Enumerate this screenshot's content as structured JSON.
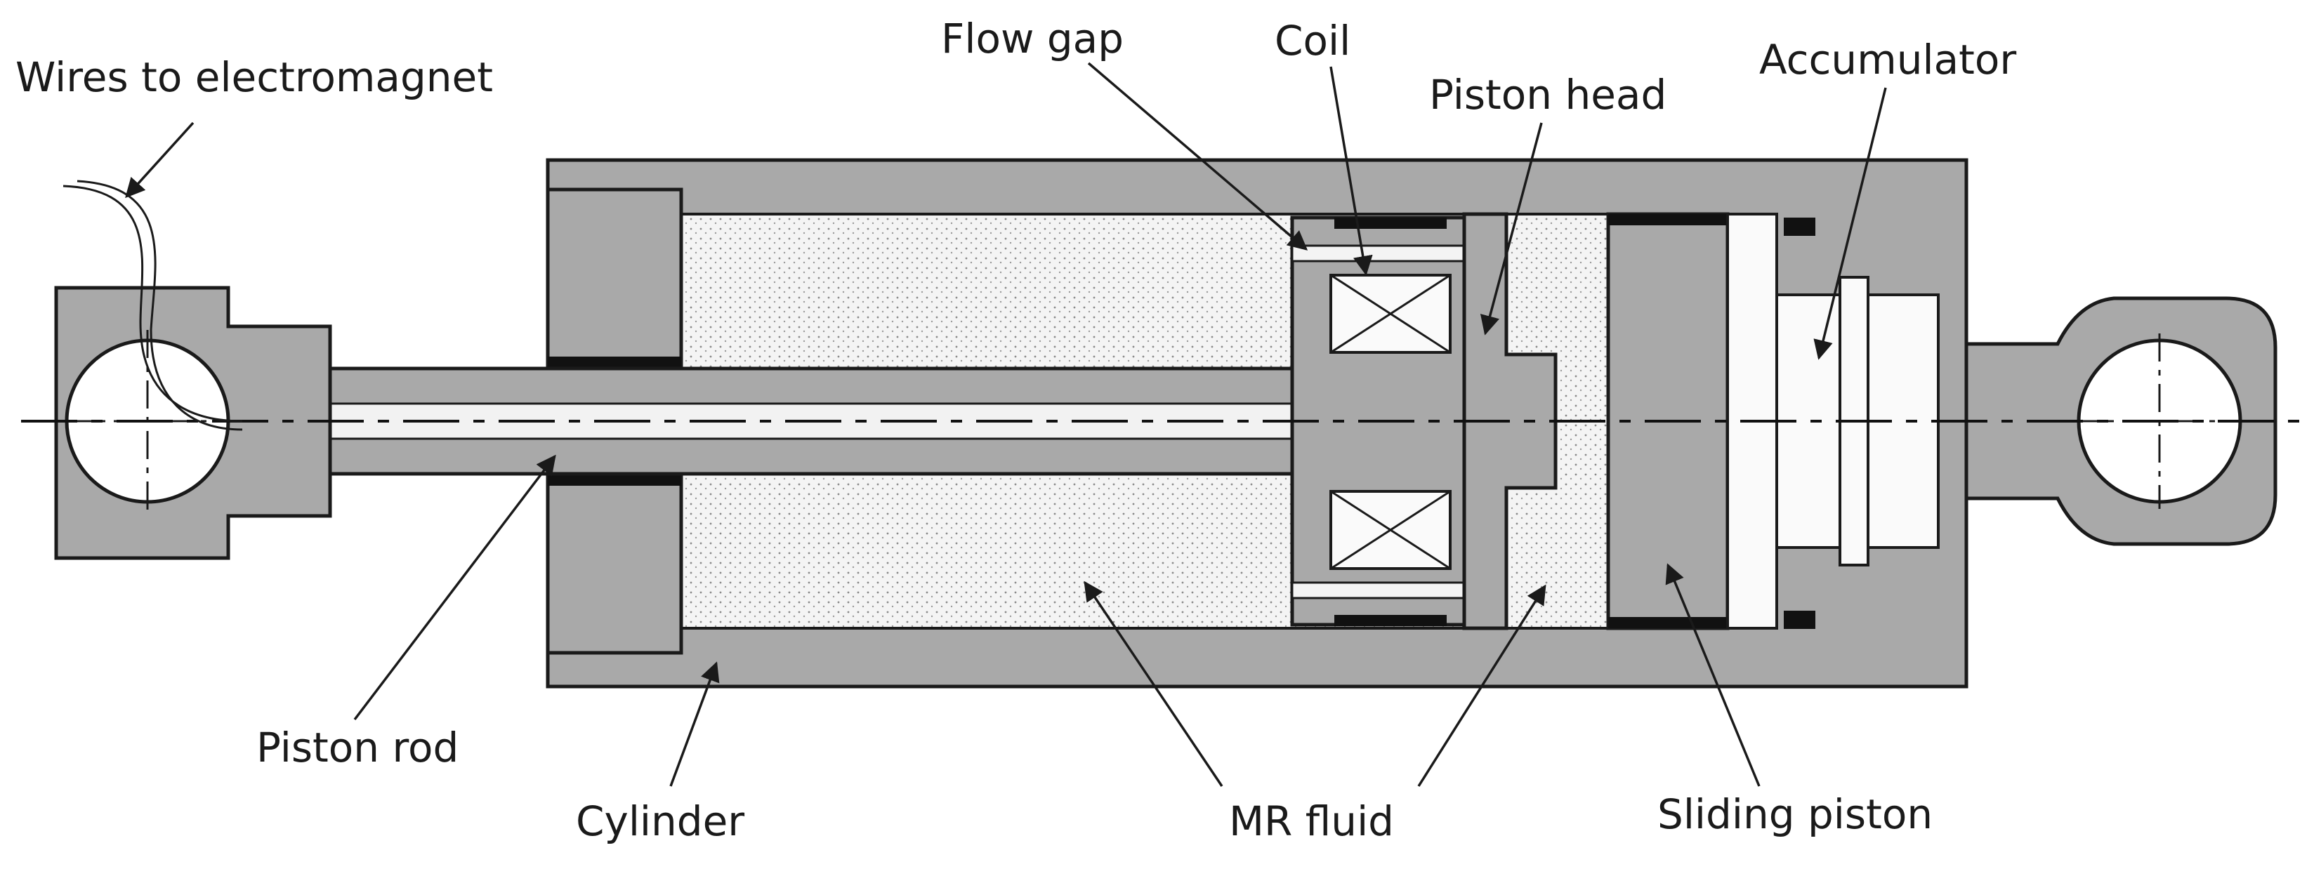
{
  "labels": {
    "wires": "Wires to electromagnet",
    "flow_gap": "Flow gap",
    "coil": "Coil",
    "piston_head": "Piston head",
    "accumulator": "Accumulator",
    "piston_rod": "Piston rod",
    "cylinder": "Cylinder",
    "mr_fluid": "MR fluid",
    "sliding_piston": "Sliding piston"
  },
  "colors": {
    "metal": "#a9a9a9",
    "fluid": "#f4f4f4",
    "seal": "#111111",
    "outline": "#1a1a1a"
  }
}
